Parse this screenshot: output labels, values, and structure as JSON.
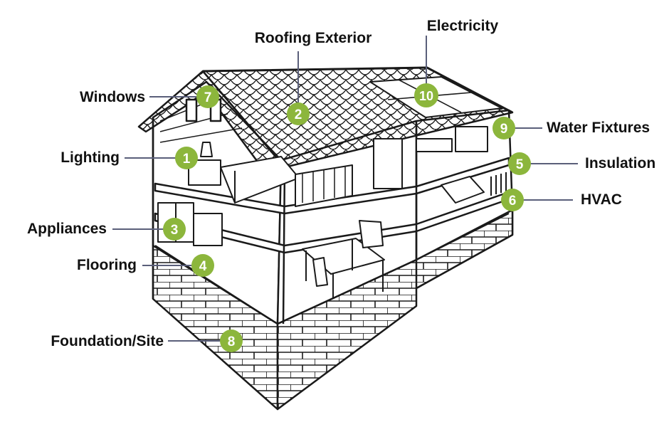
{
  "colors": {
    "marker": "#8cb63c",
    "leader": "#5a5f7a",
    "ink": "#1a1a1a"
  },
  "callouts": [
    {
      "key": "lighting",
      "number": "1",
      "label": "Lighting"
    },
    {
      "key": "roofing",
      "number": "2",
      "label": "Roofing Exterior"
    },
    {
      "key": "appliances",
      "number": "3",
      "label": "Appliances"
    },
    {
      "key": "flooring",
      "number": "4",
      "label": "Flooring"
    },
    {
      "key": "insulation",
      "number": "5",
      "label": "Insulation"
    },
    {
      "key": "hvac",
      "number": "6",
      "label": "HVAC"
    },
    {
      "key": "windows",
      "number": "7",
      "label": "Windows"
    },
    {
      "key": "foundation",
      "number": "8",
      "label": "Foundation/Site"
    },
    {
      "key": "water",
      "number": "9",
      "label": "Water Fixtures"
    },
    {
      "key": "electricity",
      "number": "10",
      "label": "Electricity"
    }
  ]
}
